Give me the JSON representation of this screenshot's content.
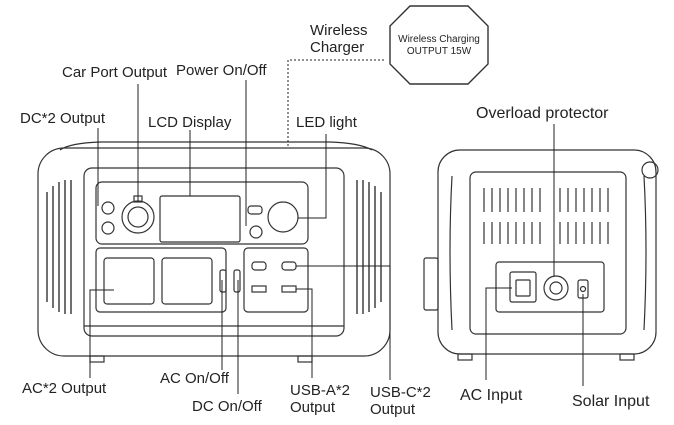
{
  "labels": {
    "wireless_charger": "Wireless\nCharger",
    "car_port_output": "Car Port Output",
    "power_on_off": "Power On/Off",
    "dc2_output": "DC*2 Output",
    "lcd_display": "LCD Display",
    "led_light": "LED light",
    "overload_protector": "Overload protector",
    "ac2_output": "AC*2 Output",
    "ac_on_off": "AC On/Off",
    "dc_on_off": "DC On/Off",
    "usba2_output": "USB-A*2\nOutput",
    "usbc2_output": "USB-C*2\nOutput",
    "ac_input": "AC Input",
    "solar_input": "Solar Input"
  },
  "callout": {
    "line1": "Wireless Charging",
    "line2": "OUTPUT 15W"
  },
  "colors": {
    "stroke": "#333333",
    "leader": "#222222",
    "dark_panel": "#3a3a3a"
  }
}
